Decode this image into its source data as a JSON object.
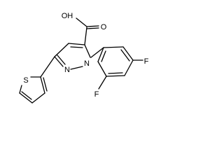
{
  "molecule": {
    "atom_labels": {
      "carboxyl_oh": "OH",
      "carbonyl_o": "O",
      "pyrazole_n1": "N",
      "pyrazole_n2": "N",
      "thiophene_s": "S",
      "fluoro_para": "F",
      "fluoro_ortho": "F"
    }
  }
}
